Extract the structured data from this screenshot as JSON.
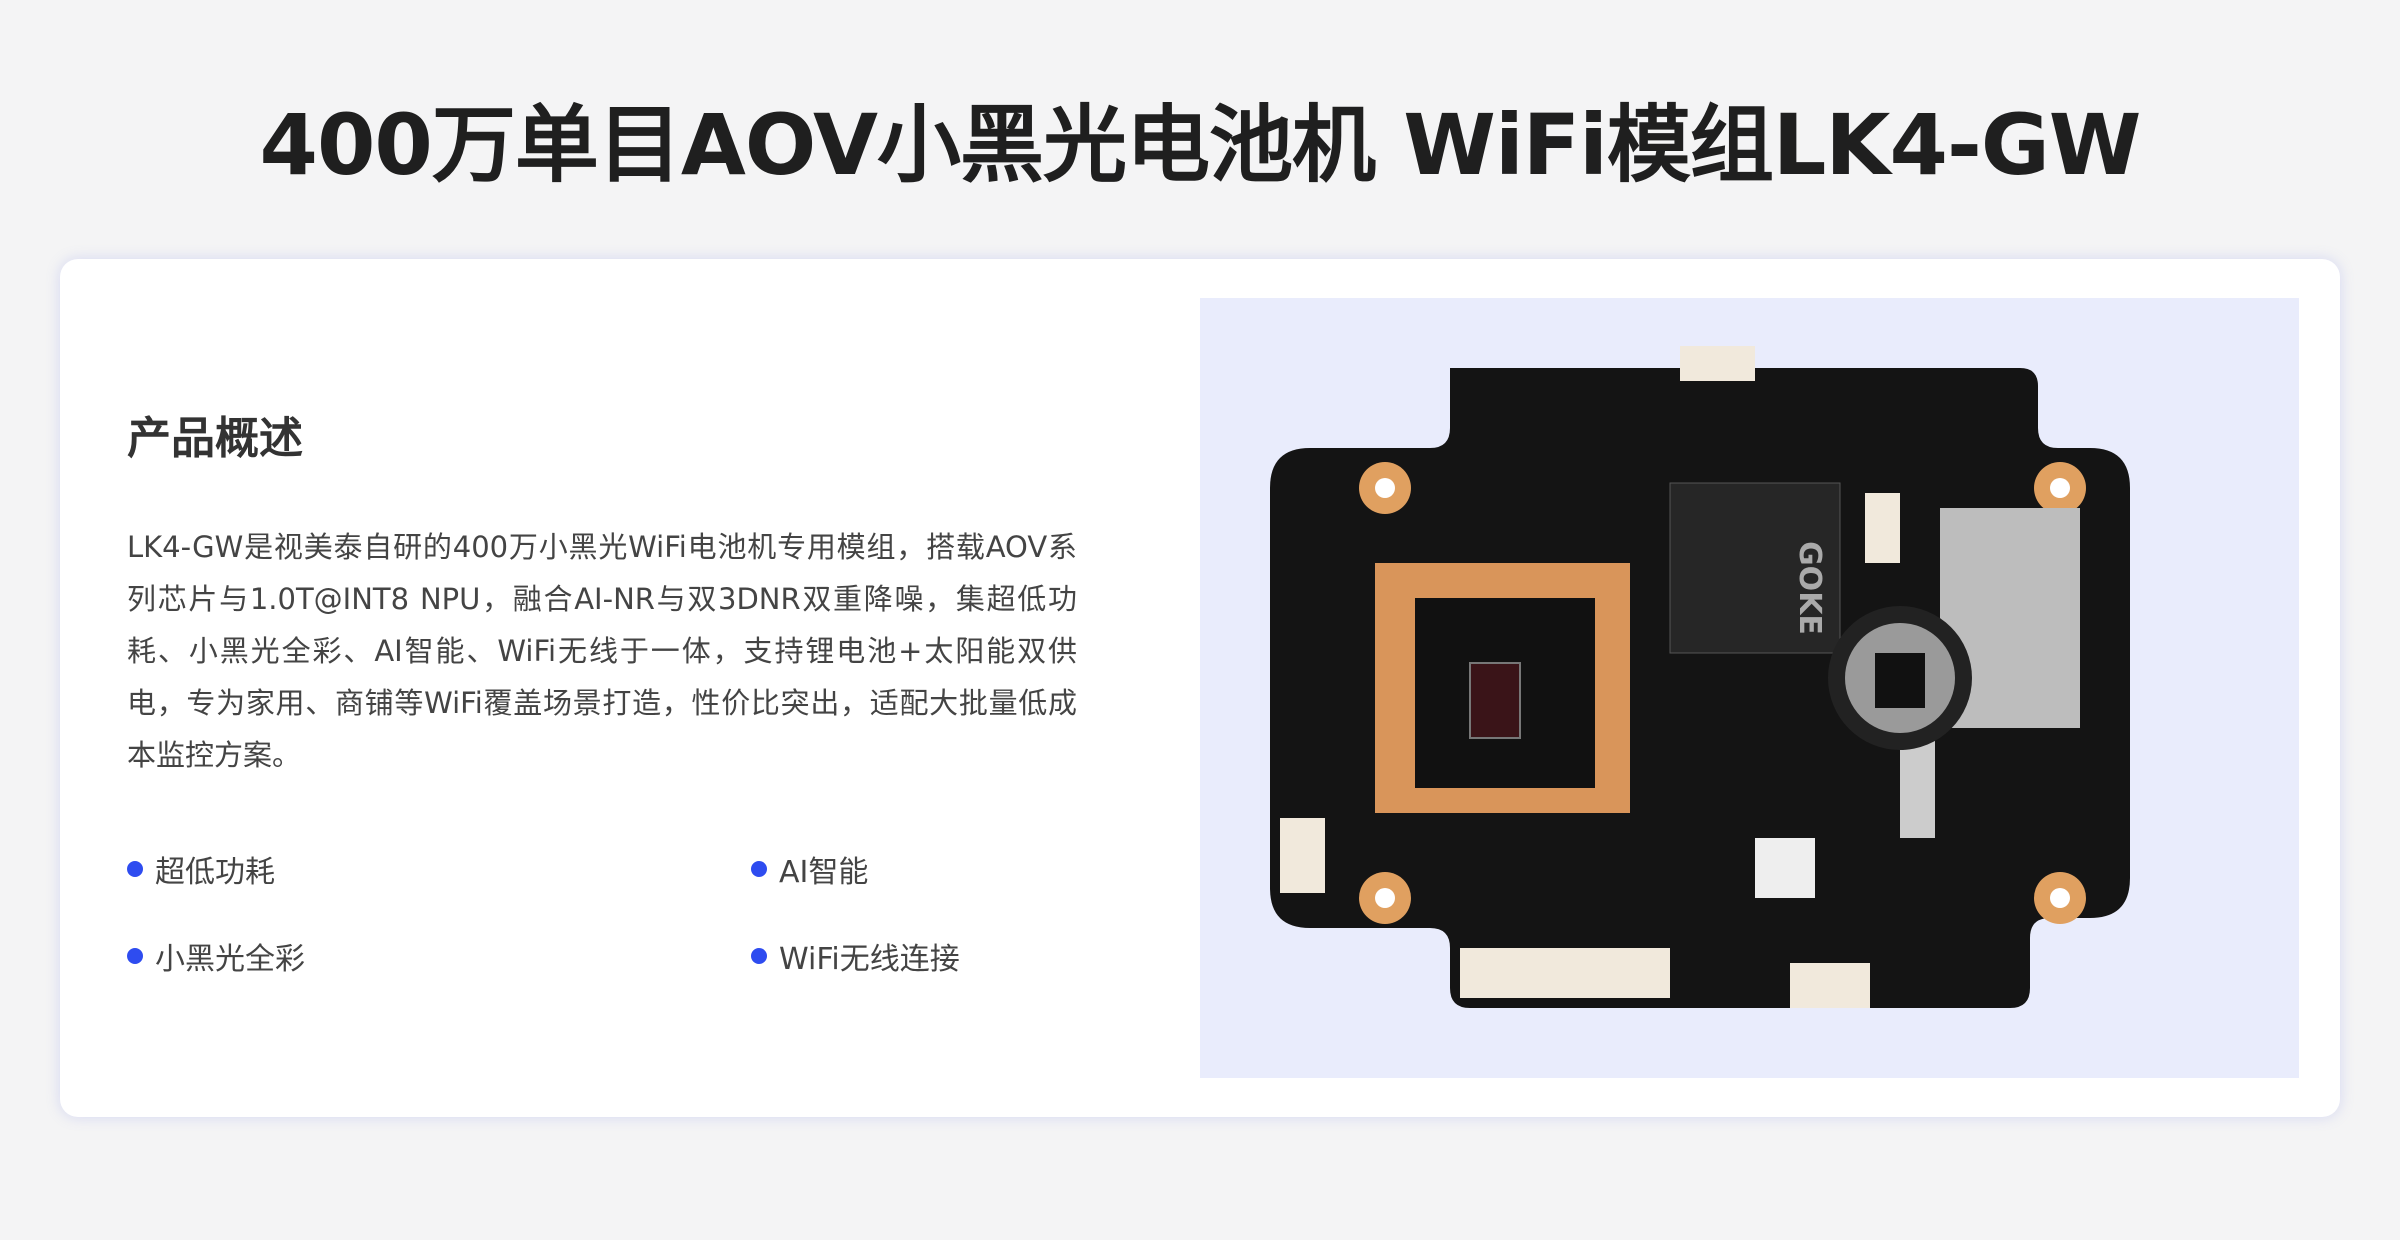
{
  "title": "400万单目AOV小黑光电池机 WiFi模组LK4-GW",
  "overview": {
    "heading": "产品概述",
    "description": "LK4-GW是视美泰自研的400万小黑光WiFi电池机专用模组，搭载AOV系列芯片与1.0T@INT8  NPU，融合AI-NR与双3DNR双重降噪，集超低功耗、小黑光全彩、AI智能、WiFi无线于一体，支持锂电池+太阳能双供电，专为家用、商铺等WiFi覆盖场景打造，性价比突出，适配大批量低成本监控方案。",
    "features": [
      "超低功耗",
      "AI智能",
      "小黑光全彩",
      "WiFi无线连接"
    ]
  },
  "colors": {
    "accent": "#2e4cf0",
    "image_bg": "#e9ecfc",
    "pcb": "#141414",
    "copper": "#e0a060"
  }
}
